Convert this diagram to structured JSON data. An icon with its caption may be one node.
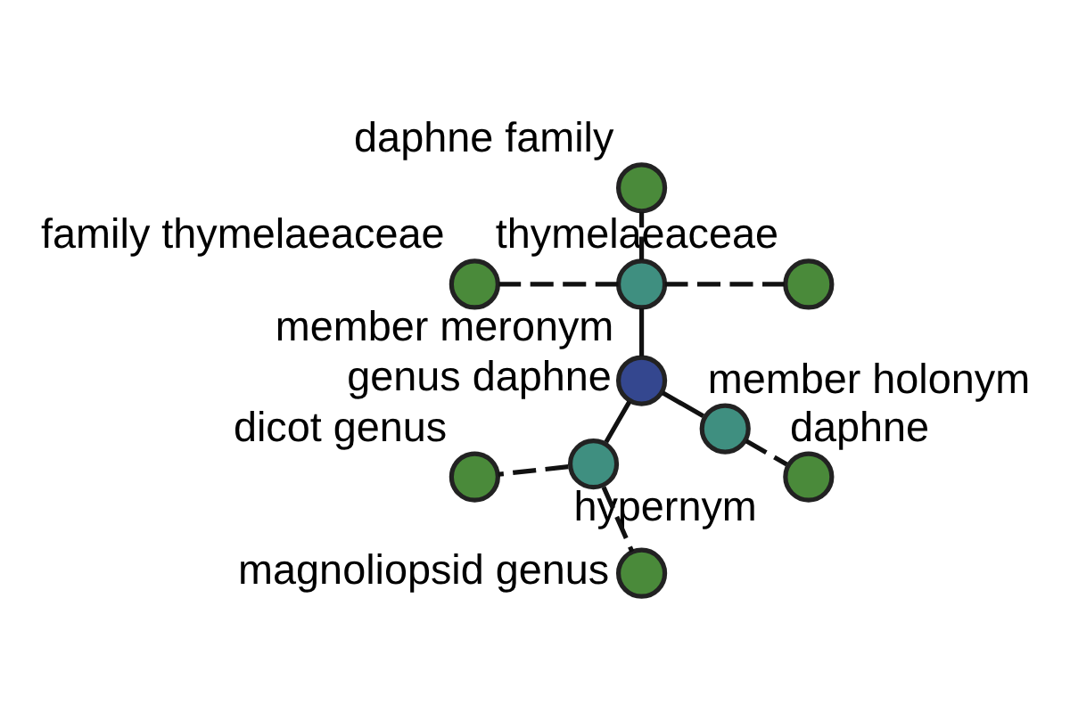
{
  "diagram": {
    "nodes": [
      {
        "text": [
          "thymelaeaceae"
        ]
      },
      {
        "text": [
          "daphne family"
        ]
      },
      {
        "text": [
          "family thymelaeaceae"
        ]
      },
      {
        "text": [
          "member meronym"
        ]
      },
      {
        "text": [
          "genus daphne"
        ]
      },
      {
        "text": [
          "hypernym"
        ]
      },
      {
        "text": [
          "member holonym"
        ]
      },
      {
        "text": [
          "dicot genus"
        ]
      },
      {
        "text": [
          "magnoliopsid genus"
        ]
      },
      {
        "text": [
          "daphne"
        ]
      }
    ],
    "edges": [
      {
        "from": 4,
        "to": 3,
        "arrow": "none"
      },
      {
        "from": 3,
        "to": 0,
        "arrow": "none",
        "style": "dashed"
      },
      {
        "from": 3,
        "to": 1,
        "arrow": "none",
        "style": "dashed"
      },
      {
        "from": 3,
        "to": 2,
        "arrow": "none",
        "style": "dashed"
      },
      {
        "from": 4,
        "to": 5,
        "arrow": "none"
      },
      {
        "from": 4,
        "to": 6,
        "arrow": "none"
      },
      {
        "from": 5,
        "to": 7,
        "arrow": "none",
        "style": "dashed"
      },
      {
        "from": 5,
        "to": 8,
        "arrow": "none",
        "style": "dashed"
      },
      {
        "from": 6,
        "to": 9,
        "arrow": "none",
        "style": "dashed"
      }
    ]
  }
}
